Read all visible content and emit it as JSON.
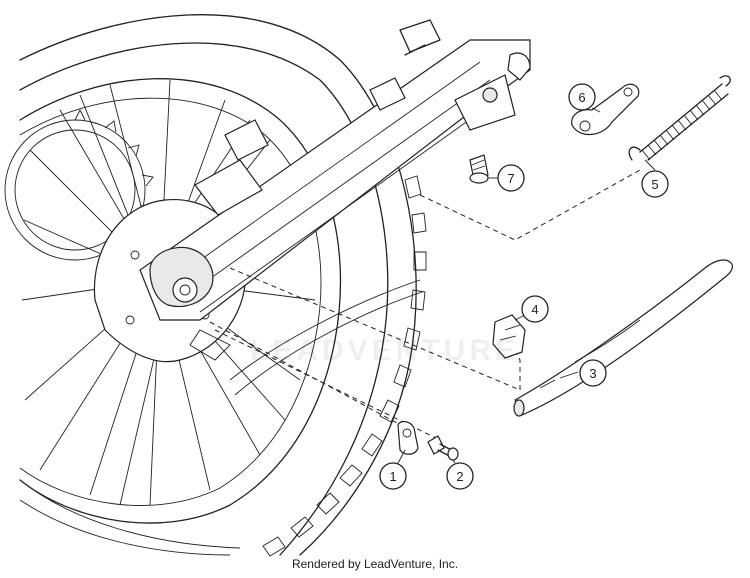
{
  "callouts": [
    {
      "label": "1",
      "part": "washer-bracket"
    },
    {
      "label": "2",
      "part": "bolt"
    },
    {
      "label": "3",
      "part": "side-stand-leg"
    },
    {
      "label": "4",
      "part": "rubber-stop"
    },
    {
      "label": "5",
      "part": "spring"
    },
    {
      "label": "6",
      "part": "spring-plate"
    },
    {
      "label": "7",
      "part": "screw"
    }
  ],
  "watermark": "LEADVENTURE",
  "footer": "Rendered by LeadVenture, Inc."
}
